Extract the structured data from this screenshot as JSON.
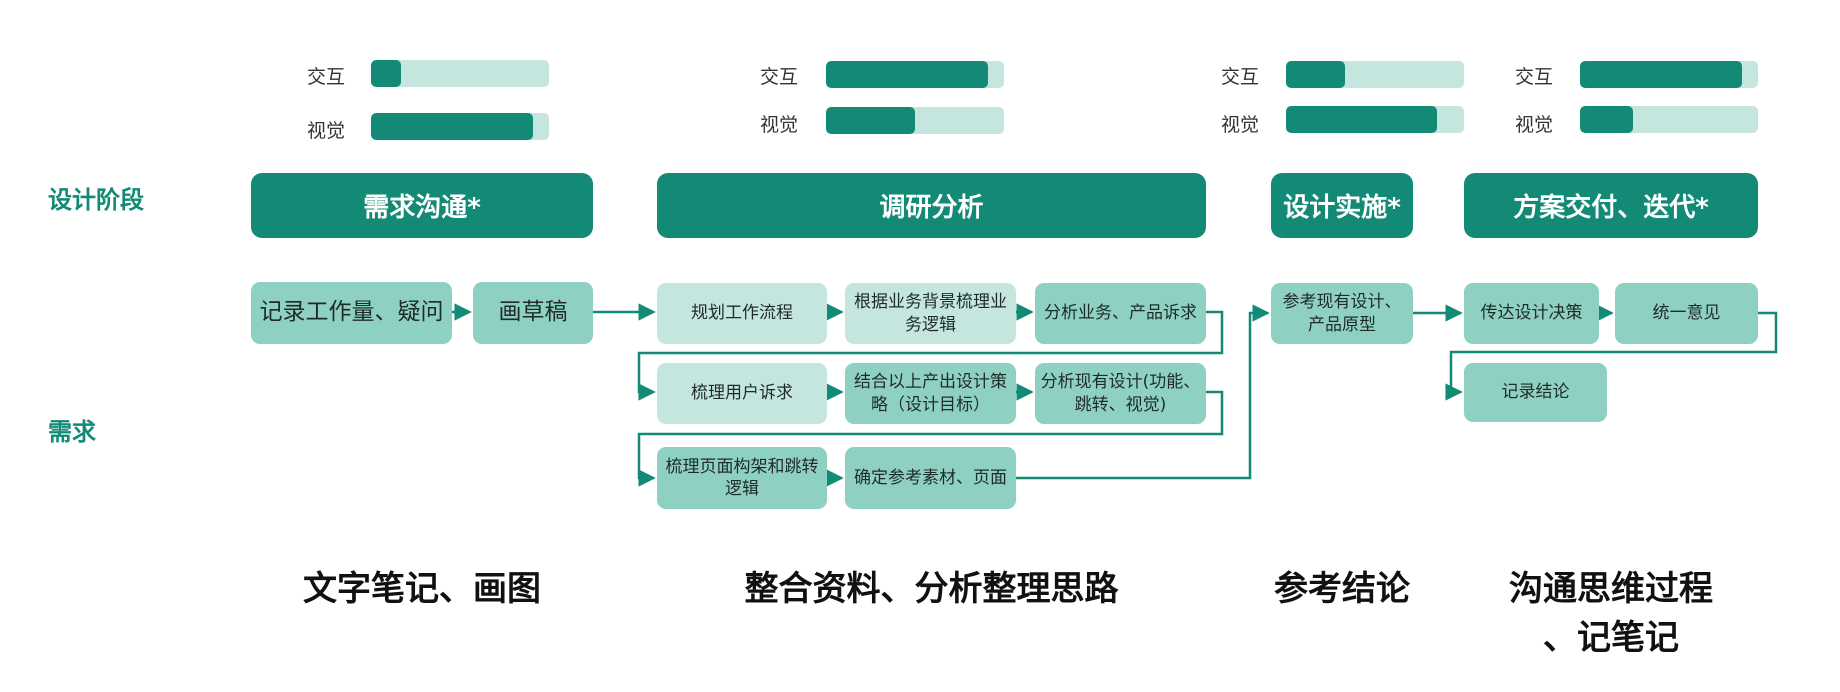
{
  "rows": {
    "stage_label": "设计阶段",
    "demand_label": "需求"
  },
  "meters": [
    {
      "interaction_label": "交互",
      "interaction": 0.17,
      "visual_label": "视觉",
      "visual": 0.91
    },
    {
      "interaction_label": "交互",
      "interaction": 0.91,
      "visual_label": "视觉",
      "visual": 0.5
    },
    {
      "interaction_label": "交互",
      "interaction": 0.33,
      "visual_label": "视觉",
      "visual": 0.85
    },
    {
      "interaction_label": "交互",
      "interaction": 0.91,
      "visual_label": "视觉",
      "visual": 0.3
    }
  ],
  "phases": [
    "需求沟通*",
    "调研分析",
    "设计实施*",
    "方案交付、迭代*"
  ],
  "steps": {
    "p1": [
      "记录工作量、疑问",
      "画草稿"
    ],
    "p2": [
      "规划工作流程",
      "根据业务背景梳理业务逻辑",
      "分析业务、产品诉求",
      "梳理用户诉求",
      "结合以上产出设计策略（设计目标）",
      "分析现有设计(功能、跳转、视觉)",
      "梳理页面构架和跳转逻辑",
      "确定参考素材、页面"
    ],
    "p3": [
      "参考现有设计、产品原型"
    ],
    "p4": [
      "传达设计决策",
      "统一意见",
      "记录结论"
    ]
  },
  "captions": [
    "文字笔记、画图",
    "整合资料、分析整理思路",
    "参考结论",
    "沟通思维过程\n、记笔记"
  ],
  "colors": {
    "primary": "#128a75",
    "medium": "#8ed1c3",
    "light": "#c4e6df"
  }
}
